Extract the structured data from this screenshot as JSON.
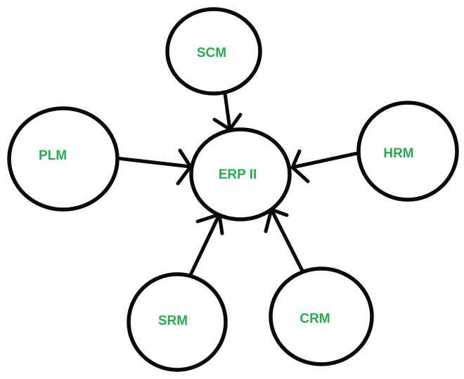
{
  "diagram": {
    "type": "hub-and-spoke",
    "hub": {
      "label": "ERP II"
    },
    "spokes": [
      {
        "label": "SCM",
        "position": "top"
      },
      {
        "label": "PLM",
        "position": "left"
      },
      {
        "label": "HRM",
        "position": "right"
      },
      {
        "label": "SRM",
        "position": "bottom-left"
      },
      {
        "label": "CRM",
        "position": "bottom-right"
      }
    ],
    "edges": [
      {
        "from": "SCM",
        "to": "ERP II",
        "arrow": "into-hub"
      },
      {
        "from": "PLM",
        "to": "ERP II",
        "arrow": "into-hub"
      },
      {
        "from": "HRM",
        "to": "ERP II",
        "arrow": "into-hub"
      },
      {
        "from": "SRM",
        "to": "ERP II",
        "arrow": "into-hub"
      },
      {
        "from": "CRM",
        "to": "ERP II",
        "arrow": "into-hub"
      }
    ],
    "colors": {
      "label_text": "#22b14c",
      "node_stroke": "#0a0a0a",
      "background": "#ffffff"
    }
  }
}
